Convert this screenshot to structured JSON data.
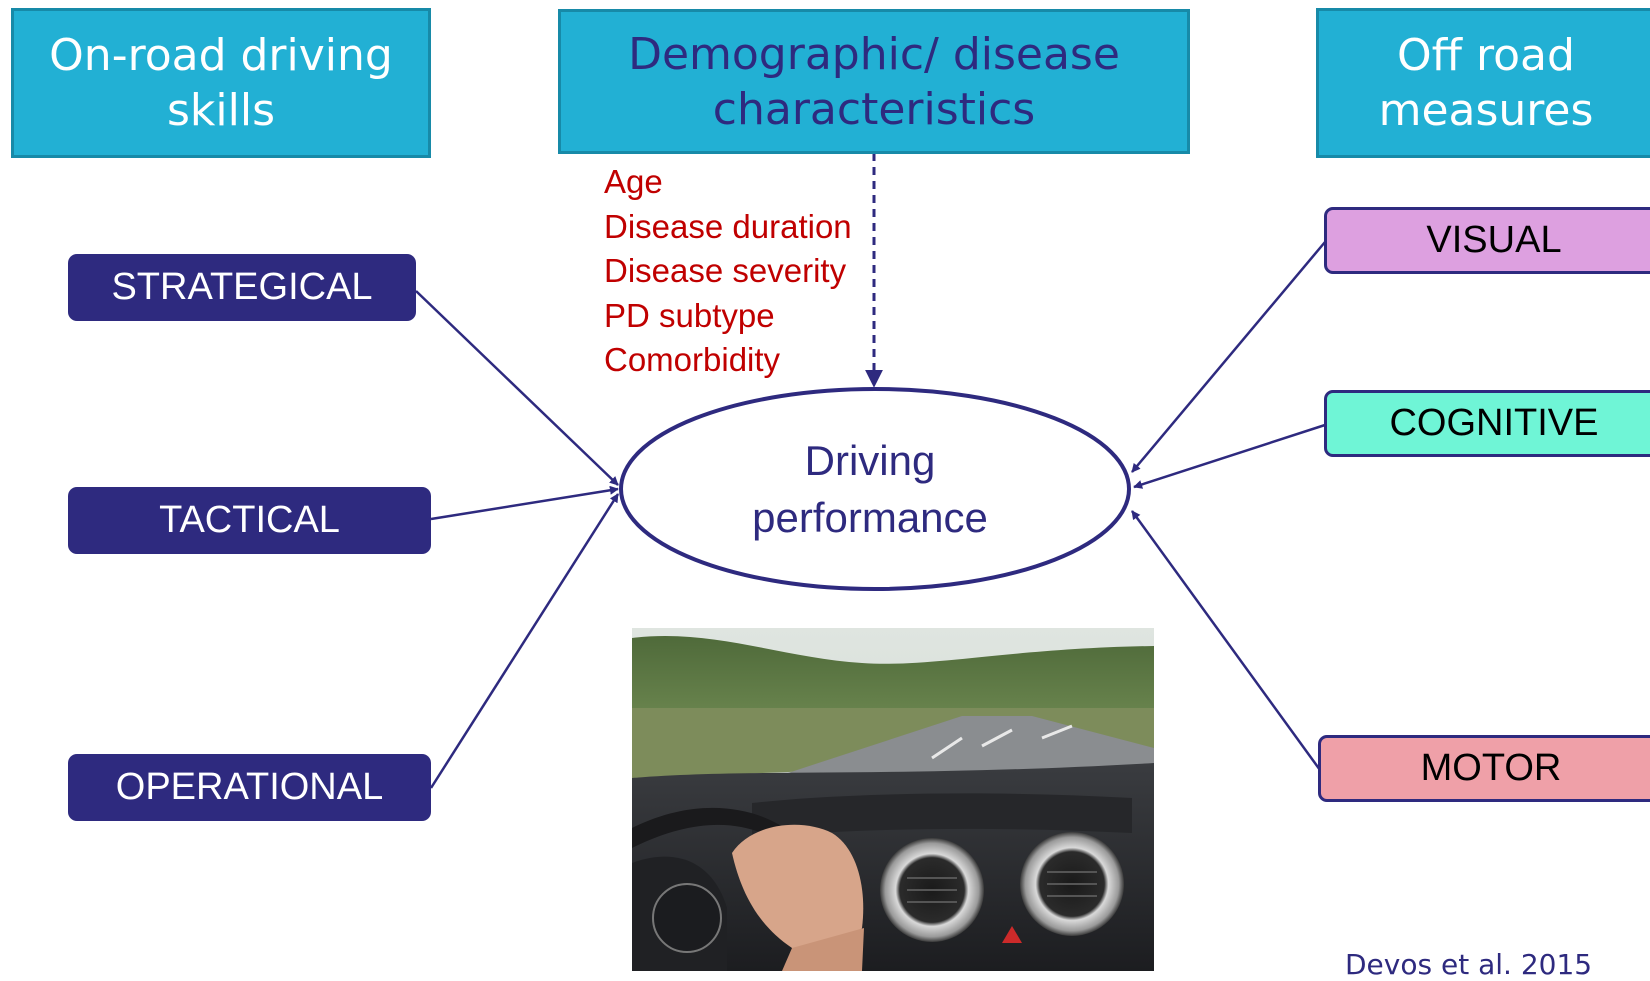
{
  "headers": {
    "on_road": [
      "On-road driving",
      "skills"
    ],
    "demographic": [
      "Demographic/ disease",
      "characteristics"
    ],
    "off_road": [
      "Off road",
      "measures"
    ]
  },
  "skills": [
    "STRATEGICAL",
    "TACTICAL",
    "OPERATIONAL"
  ],
  "characteristics": [
    "Age",
    "Disease duration",
    "Disease severity",
    "PD subtype",
    "Comorbidity"
  ],
  "outcome": [
    "Driving",
    "performance"
  ],
  "measures": [
    "VISUAL",
    "COGNITIVE",
    "MOTOR"
  ],
  "citation": "Devos et al. 2015",
  "photo": {
    "icon": "car-interior-photo"
  },
  "colors": {
    "header_fill": "#22b0d4",
    "skill_fill": "#2e2a7f",
    "characteristics_text": "#c00000",
    "visual_fill": "#dda0e0",
    "cognitive_fill": "#6ff5d6",
    "motor_fill": "#efa0a8",
    "outline": "#2e2a7f"
  }
}
